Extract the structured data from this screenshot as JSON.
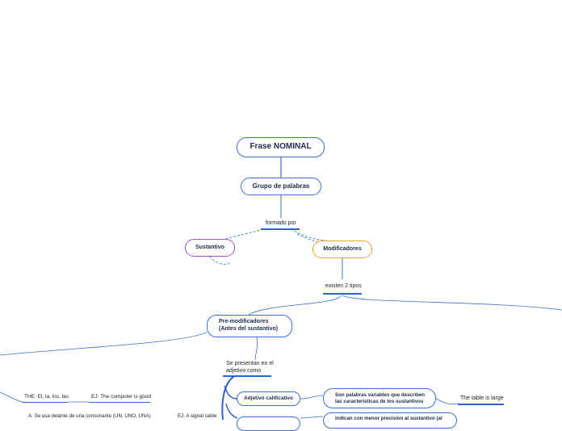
{
  "colors": {
    "primary": "#3b6fd6",
    "link": "#2f5fd0",
    "sustantivo_border": "#b04bd6",
    "modificadores_border": "#f0a032",
    "text": "#1c2a4a"
  },
  "nodes": {
    "root": "Frase NOMINAL",
    "grupo": "Grupo de palabras",
    "sustantivo": "Sustantivo",
    "modificadores": "Modificadores",
    "pre_line1": "Pre-modificadores",
    "pre_line2": "(Antes del sustantivo)",
    "adjetivo": "Adjetivo calificativo",
    "palabras_line1": "Son palabras variables que describen",
    "palabras_line2": "las características de los sustantivos",
    "indican": "indican con menor precision al sustantivo (al"
  },
  "labels": {
    "formado_por": "formado por",
    "existen": "existen 2 tipos",
    "se_presentan_line1": "Se presentan en el",
    "se_presentan_line2": "adjetivo como",
    "the_articles": "THE: El, la, los, las",
    "ej_computer": "EJ: The computer is good",
    "table_large": "The table is large",
    "a_rule": "A: Se usa delante de una consonante (UN, UNO, UNA)",
    "ej_signal": "EJ: A signal cable"
  }
}
